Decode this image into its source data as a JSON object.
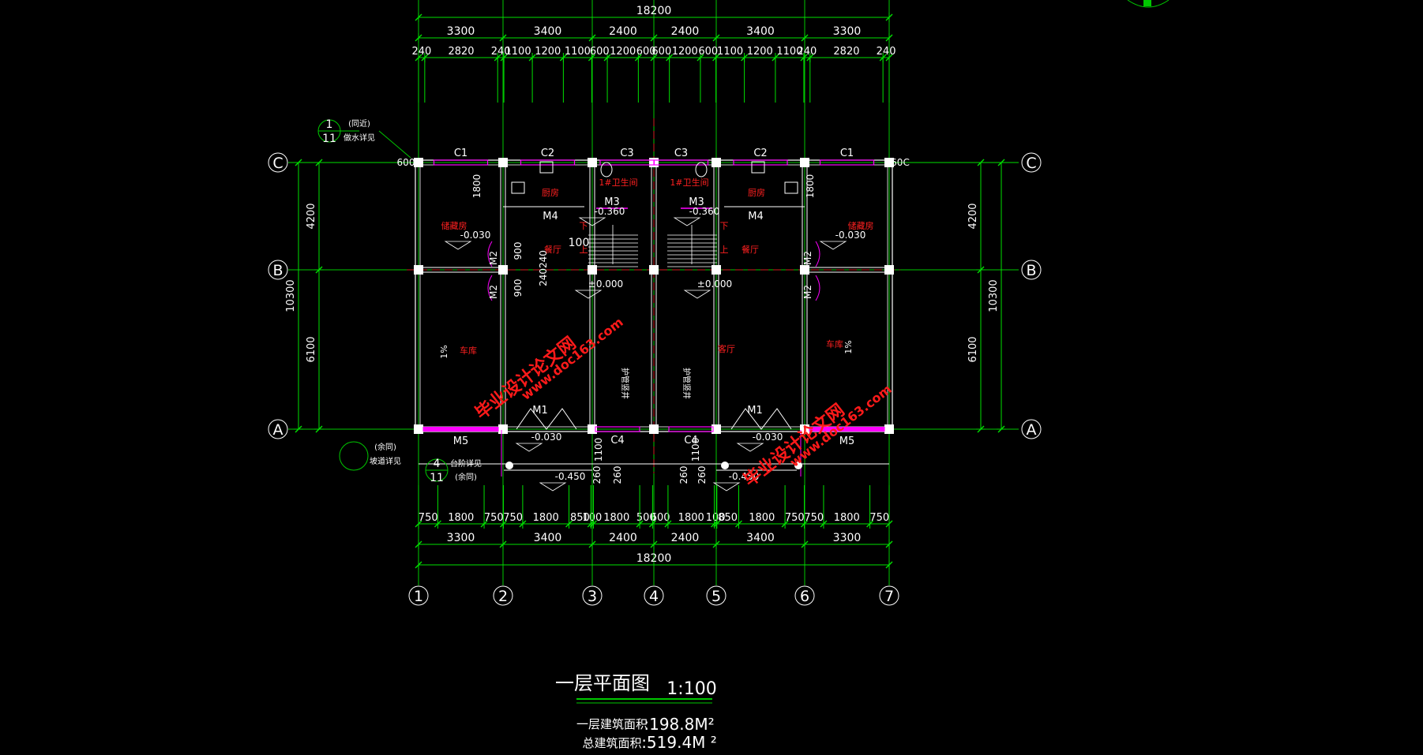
{
  "colors": {
    "background": "#000000",
    "axis": "#00c800",
    "dimension": "#00e000",
    "wall": "#ffffff",
    "window": "#ff00ff",
    "room_label": "#ff2020",
    "watermark": "#ff1a1a",
    "stair": "#ffffff",
    "blue_detail": "#2060ff",
    "text": "#ffffff"
  },
  "axes": {
    "vertical": [
      "1",
      "2",
      "3",
      "4",
      "5",
      "6",
      "7"
    ],
    "horizontal": [
      "C",
      "B",
      "A"
    ]
  },
  "dimensions_top": {
    "total": "18200",
    "bays": [
      "3300",
      "3400",
      "2400",
      "2400",
      "3400",
      "3300"
    ],
    "details": [
      "240",
      "2820",
      "240",
      "1100",
      "1200",
      "1100",
      "600",
      "1200",
      "600",
      "600",
      "1200",
      "600",
      "1100",
      "1200",
      "1100",
      "240",
      "2820",
      "240"
    ]
  },
  "dimensions_bottom": {
    "details": [
      "750",
      "1800",
      "750",
      "750",
      "1800",
      "850",
      "100",
      "1800",
      "500",
      "600",
      "1800",
      "100",
      "850",
      "1800",
      "750",
      "750",
      "1800",
      "750"
    ],
    "bays": [
      "3300",
      "3400",
      "2400",
      "2400",
      "3400",
      "3300"
    ],
    "total": "18200"
  },
  "dimensions_left": {
    "total": "10300",
    "upper": "4200",
    "lower": "6100",
    "inner": [
      "1800",
      "900",
      "900",
      "240240"
    ]
  },
  "dimensions_right": {
    "total": "10300",
    "upper": "4200",
    "lower": "6100"
  },
  "misc_dims": {
    "c600_left": "600",
    "c600_right": "60C",
    "d100": "100",
    "d1100": "1100",
    "d260": "260"
  },
  "openings": {
    "windows_top": [
      "C1",
      "C2",
      "C3",
      "C3",
      "C2",
      "C1"
    ],
    "doors_m3": [
      "M3",
      "M3"
    ],
    "doors_m4": [
      "M4",
      "M4"
    ],
    "doors_m2": [
      "M2",
      "M2",
      "M2",
      "M2"
    ],
    "doors_m1": [
      "M1",
      "M1"
    ],
    "doors_m5": [
      "M5",
      "M5"
    ],
    "windows_c4": [
      "C4",
      "C4"
    ]
  },
  "rooms": {
    "kitchen": "厨房",
    "bathroom": "1#卫生间",
    "storage": "储藏房",
    "dining": "餐厅",
    "living": "客厅",
    "garage": "车库",
    "pipe": "护管竖井"
  },
  "levels": {
    "l1": "±0.000",
    "l2": "-0.030",
    "l3": "-0.360",
    "l4": "-0.450",
    "stair_down": "下",
    "stair_up": "上"
  },
  "callouts": {
    "detail_num": "1",
    "detail_sheet": "11",
    "detail_note1": "(同近)",
    "detail_note2": "做水详见",
    "detail4_num": "4",
    "detail4_sheet": "11",
    "detail4_note1": "台阶详见",
    "detail4_note2": "(余同)",
    "left_note1": "(余同)",
    "left_note2": "坡道详见",
    "slope": "1%"
  },
  "watermark": {
    "line1": "毕业设计论文网",
    "line2": "www.doc163.com"
  },
  "title": {
    "name": "一层平面图",
    "scale": "1:100",
    "area1_label": "一层建筑面积",
    "area1_value": ":198.8M²",
    "area2_label": "总建筑面积",
    "area2_value": ":519.4M ²"
  }
}
